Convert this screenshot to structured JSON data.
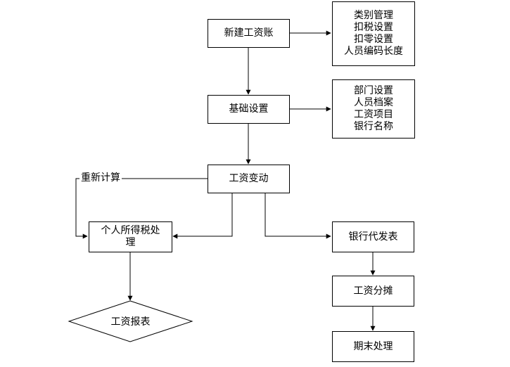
{
  "nodes": {
    "new_payroll": "新建工资账",
    "new_payroll_options": [
      "类别管理",
      "扣税设置",
      "扣零设置",
      "人员编码长度"
    ],
    "basic_settings": "基础设置",
    "basic_settings_options": [
      "部门设置",
      "人员档案",
      "工资项目",
      "银行名称"
    ],
    "salary_change": "工资变动",
    "recalc": "重新计算",
    "income_tax_line1": "个人所得税处",
    "income_tax_line2": "理",
    "salary_report": "工资报表",
    "bank_payment": "银行代发表",
    "salary_allocation": "工资分摊",
    "period_end": "期末处理"
  }
}
